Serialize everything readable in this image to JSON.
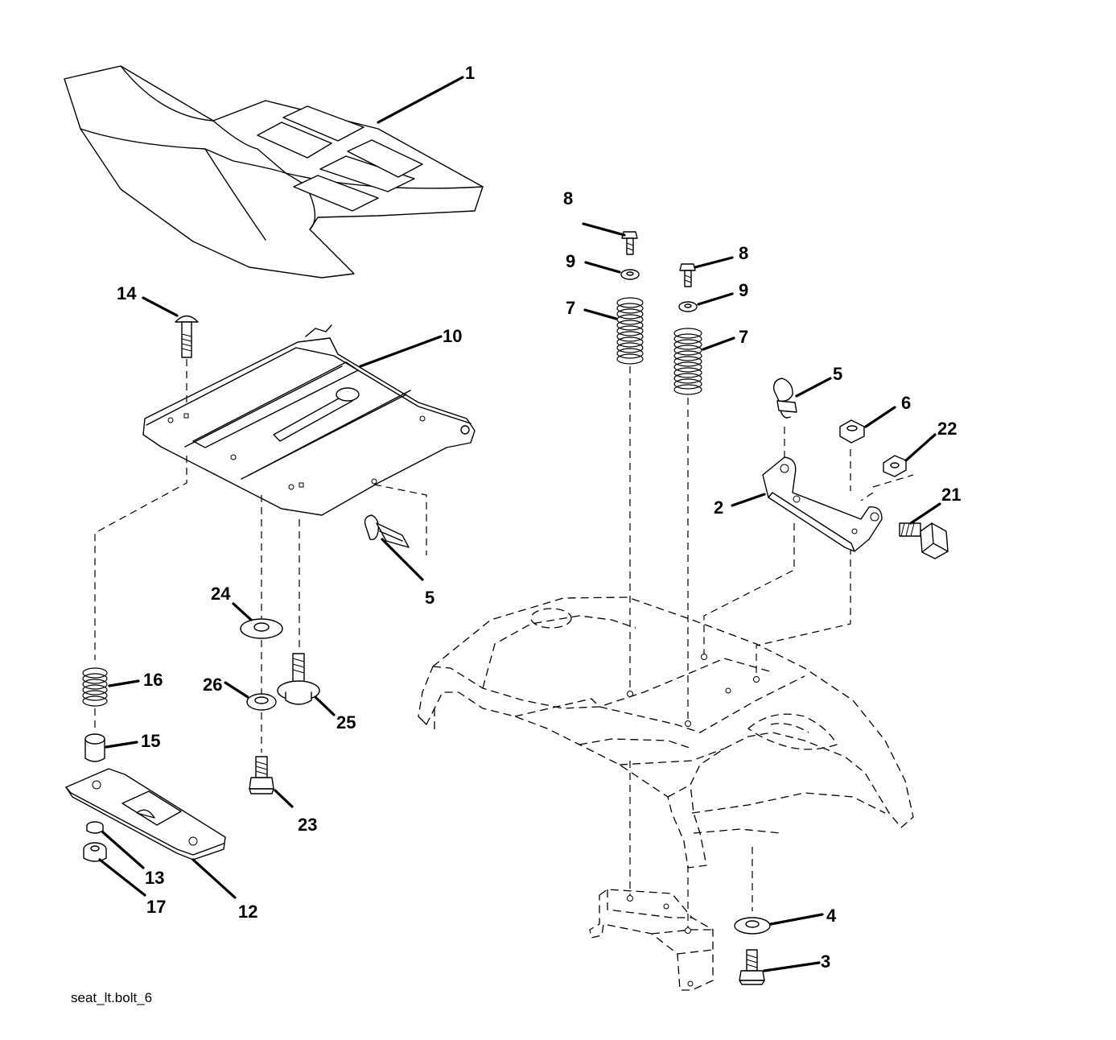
{
  "callouts": {
    "c1": "1",
    "c2": "2",
    "c3": "3",
    "c4": "4",
    "c5a": "5",
    "c5b": "5",
    "c6": "6",
    "c7a": "7",
    "c7b": "7",
    "c8a": "8",
    "c8b": "8",
    "c9a": "9",
    "c9b": "9",
    "c10": "10",
    "c12": "12",
    "c13": "13",
    "c14": "14",
    "c15": "15",
    "c16": "16",
    "c17": "17",
    "c21": "21",
    "c22": "22",
    "c23": "23",
    "c24": "24",
    "c25": "25",
    "c26": "26"
  },
  "caption": "seat_lt.bolt_6"
}
